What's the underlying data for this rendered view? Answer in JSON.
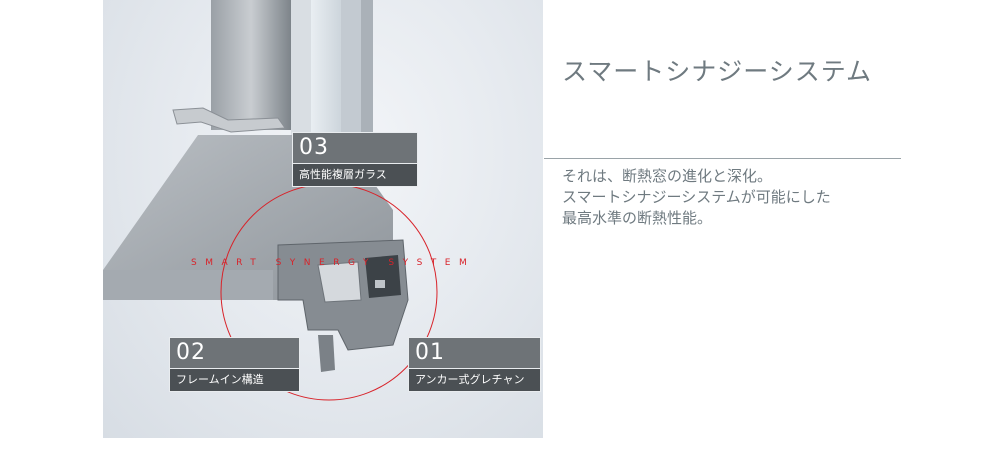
{
  "hero": {
    "labels": [
      {
        "num": "03",
        "text": "高性能複層ガラス"
      },
      {
        "num": "02",
        "text": "フレームイン構造"
      },
      {
        "num": "01",
        "text": "アンカー式グレチャン"
      }
    ],
    "arc_text": "SMART SYNERGY SYSTEM",
    "colors": {
      "accent_red": "#d8232a",
      "label_dark": "#4b5054",
      "label_mid": "#6e7377"
    }
  },
  "content": {
    "title": "スマートシナジーシステム",
    "lines": [
      "それは、断熱窓の進化と深化。",
      "スマートシナジーシステムが可能にした",
      "最高水準の断熱性能。"
    ]
  }
}
